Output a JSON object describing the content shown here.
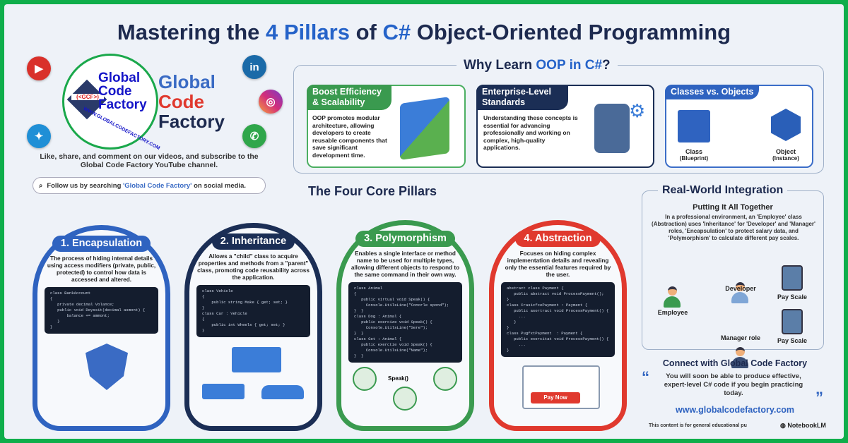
{
  "title": {
    "pre": "Mastering the ",
    "hl1": "4 Pillars",
    "mid": " of ",
    "hl2": "C#",
    "post": " Object-Oriented Programming"
  },
  "colors": {
    "frame": "#0fae4b",
    "navy": "#1d2a4f",
    "blue": "#2563c9",
    "green": "#3a9a4f",
    "red": "#e0392e",
    "dark_navy": "#1b2e55"
  },
  "social": {
    "icons": [
      "youtube-icon",
      "twitter-icon",
      "linkedin-icon",
      "instagram-icon",
      "whatsapp-icon"
    ],
    "linkedin_text": "in"
  },
  "logo": {
    "lines": [
      "Global",
      "Code",
      "Factory"
    ],
    "badge": "{<GCF>}",
    "url": "WWW.GLOBALCODEFACTORY.COM"
  },
  "brand": {
    "l1": "Global",
    "l2": "Code",
    "l3": "Factory"
  },
  "cta_text": "Like, share, and comment on our videos, and subscribe to the Global Code Factory YouTube channel.",
  "follow": {
    "pre": "Follow us by searching ",
    "name": "'Global Code Factory'",
    "post": " on social media."
  },
  "why": {
    "title_pre": "Why Learn ",
    "title_hl": "OOP in C#",
    "title_post": "?",
    "cards": [
      {
        "title": "Boost Efficiency & Scalability",
        "text": "OOP promotes modular architecture, allowing developers to create reusable components that save significant development time."
      },
      {
        "title": "Enterprise-Level Standards",
        "text": "Understanding these concepts is essential for advancing professionally and working on complex, high-quality applications."
      },
      {
        "title": "Classes vs. Objects",
        "class_label": "Class",
        "class_sub": "(Blueprint)",
        "object_label": "Object",
        "object_sub": "(Instance)"
      }
    ]
  },
  "pillars_title": "The Four Core Pillars",
  "pillars": [
    {
      "title": "1. Encapsulation",
      "desc": "The process of hiding internal details using access modifiers (private, public, protected) to control how data is accessed and altered.",
      "code": [
        "class BankAccount",
        "{",
        "   private decimal Volance;",
        "   public void Deyssit(decimal asmont) {",
        "       balance += ammont;",
        "   }",
        "}"
      ]
    },
    {
      "title": "2. Inheritance",
      "desc": "Allows a \"child\" class to acquire properties and methods from a \"parent\" class, promoting code reusability across the application.",
      "code": [
        "class Vehicle",
        "{",
        "    public string Make { get; set; }",
        "}",
        "class Car : Vehicle",
        "{",
        "    public int Wheels { get; set; }",
        "}"
      ]
    },
    {
      "title": "3. Polymorphism",
      "desc": "Enables a single interface or method name to be used for multiple types, allowing different objects to respond to the same command in their own way.",
      "code": [
        "class Animal",
        "{",
        "   public virtual void Speak() {",
        "     Console.UtilsLine(\"Conorle spond\");",
        "}  }",
        "class Dog : Animal {",
        "   public exercize void Speak() {",
        "     Console.UtilsLine(\"Sere\");",
        "}  }",
        "class Get : Animal {",
        "   public exerctie void Speak() {",
        "     Console.UtilsLine(\"Name\");",
        "}  }"
      ],
      "speak_label": "Speak()"
    },
    {
      "title": "4. Abstraction",
      "desc": "Focuses on hiding complex implementation details and revealing only the essential features required by the user.",
      "code": [
        "abstract class Payment {",
        "   public abstract void ProcessPayment();",
        "}",
        "class CrasicfcePayment : Payment {",
        "   public asortract void ProcessPayment() {",
        "     ...",
        "   }",
        "}",
        "class PugfxtPayment  : Payment {",
        "   public exercitat void ProcessPayment() {",
        "     ...",
        "}"
      ],
      "button": "Pay Now"
    }
  ],
  "real_world": {
    "title": "Real-World Integration",
    "subtitle": "Putting It All Together",
    "text": "In a professional environment, an 'Employee' class (Abstraction) uses 'Inheritance' for 'Developer' and 'Manager' roles, 'Encapsulation' to protect salary data, and 'Polymorphism' to calculate different pay scales.",
    "employee": "Employee",
    "developer": "Developer",
    "manager": "Manager role",
    "pay1": "Pay Scale",
    "pay2": "Pay Scale"
  },
  "connect": {
    "title": "Connect with Global Code Factory",
    "quote": "You will soon be able to produce effective, expert-level C# code if you begin practicing today.",
    "url": "www.globalcodefactory.com",
    "disclaimer": "This content is for general educational pu",
    "watermark": "NotebookLM"
  }
}
